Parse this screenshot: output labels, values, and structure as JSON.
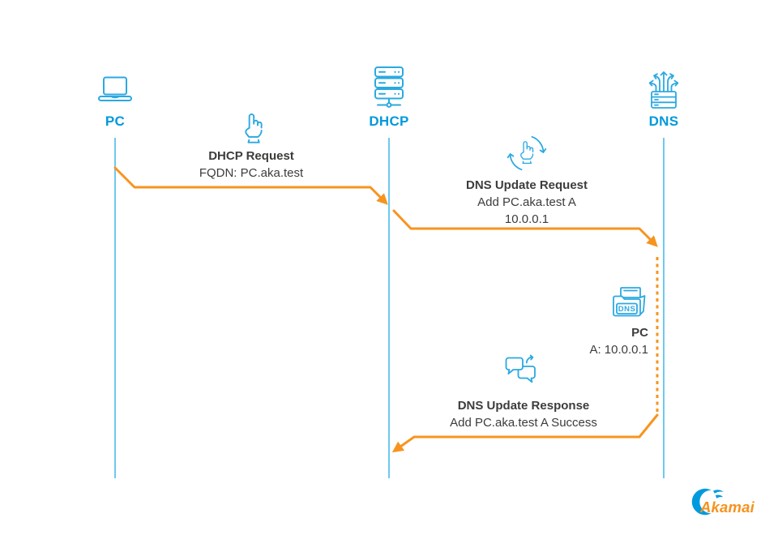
{
  "diagram": {
    "actors": [
      {
        "id": "pc",
        "label": "PC",
        "icon": "laptop-icon"
      },
      {
        "id": "dhcp",
        "label": "DHCP",
        "icon": "server-icon"
      },
      {
        "id": "dns",
        "label": "DNS",
        "icon": "dns-server-icon"
      }
    ],
    "messages": {
      "dhcp_request": {
        "title": "DHCP Request",
        "line1": "FQDN: PC.aka.test",
        "icon": "pointer-hand-icon"
      },
      "dns_update_request": {
        "title": "DNS Update Request",
        "line1": "Add PC.aka.test A",
        "line2": "10.0.0.1",
        "icon": "hand-refresh-icon"
      },
      "dns_record": {
        "title": "PC",
        "line1": "A: 10.0.0.1",
        "folder_label": "DNS",
        "icon": "dns-folder-icon"
      },
      "dns_update_response": {
        "title": "DNS Update Response",
        "line1": "Add PC.aka.test A Success",
        "icon": "chat-sync-icon"
      }
    },
    "colors": {
      "icon_blue": "#2BA9E1",
      "label_blue": "#0099DC",
      "lifeline_blue": "#6EC9EE",
      "arrow_orange": "#F7941E",
      "text_dark": "#3C3C3B",
      "logo_blue": "#009BDE",
      "logo_orange": "#F6921E"
    }
  },
  "branding": {
    "logo_text": "Akamai"
  }
}
